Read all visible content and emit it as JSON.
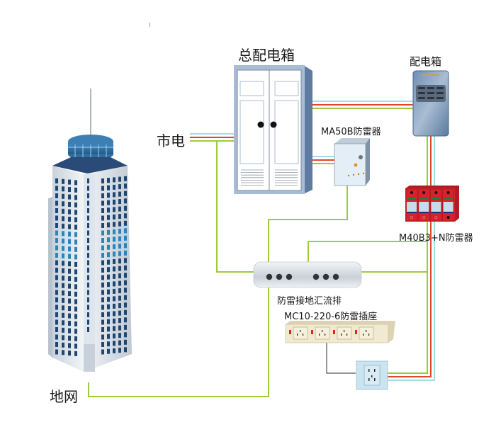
{
  "title": "防雷接地系统示意图",
  "labels": {
    "main_panel": "总配电箱",
    "sub_panel": "配电箱",
    "mains": "市电",
    "ma50b": "MA50B防雷器",
    "m40b3": "M40B3+N防雷器",
    "busbar": "防雷接地汇流排",
    "mc10": "MC10-220-6防雷插座",
    "ground": "地网"
  },
  "wire_colors": {
    "neutral": "#a8dbe8",
    "live": "#e8442c",
    "earth": "#9ccc3c",
    "signal": "#555555"
  },
  "devices": {
    "busbar_terminals": 6,
    "spd_poles": 4,
    "socket_strip_outlets": 4
  }
}
